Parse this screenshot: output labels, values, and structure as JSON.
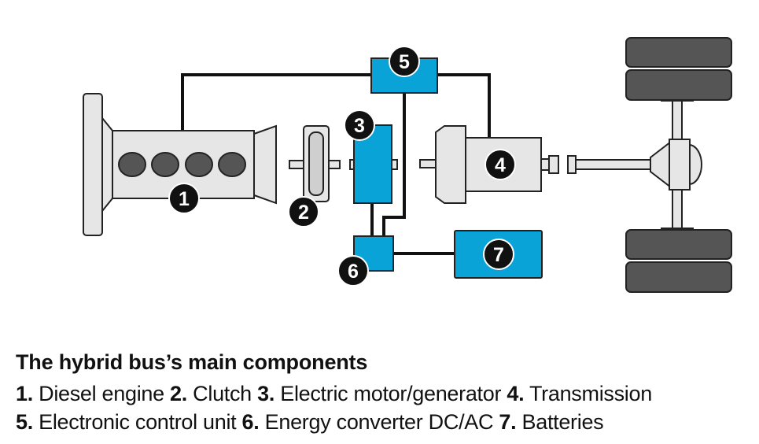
{
  "diagram": {
    "badges": {
      "engine": "1",
      "clutch": "2",
      "motor": "3",
      "transmission": "4",
      "ecu": "5",
      "converter": "6",
      "batteries": "7"
    },
    "colors": {
      "component_blue": "#0aa3d8",
      "component_grey": "#e6e6e6",
      "wheel": "#555555",
      "wire": "#111111",
      "badge": "#111111"
    }
  },
  "caption": {
    "title": "The hybrid bus’s main components",
    "line1": [
      {
        "num": "1.",
        "text": " Diesel engine "
      },
      {
        "num": "2.",
        "text": " Clutch "
      },
      {
        "num": "3.",
        "text": " Electric motor/generator "
      },
      {
        "num": "4.",
        "text": " Transmission"
      }
    ],
    "line2": [
      {
        "num": "5.",
        "text": " Electronic control unit "
      },
      {
        "num": "6.",
        "text": " Energy converter DC/AC "
      },
      {
        "num": "7.",
        "text": " Batteries"
      }
    ]
  }
}
